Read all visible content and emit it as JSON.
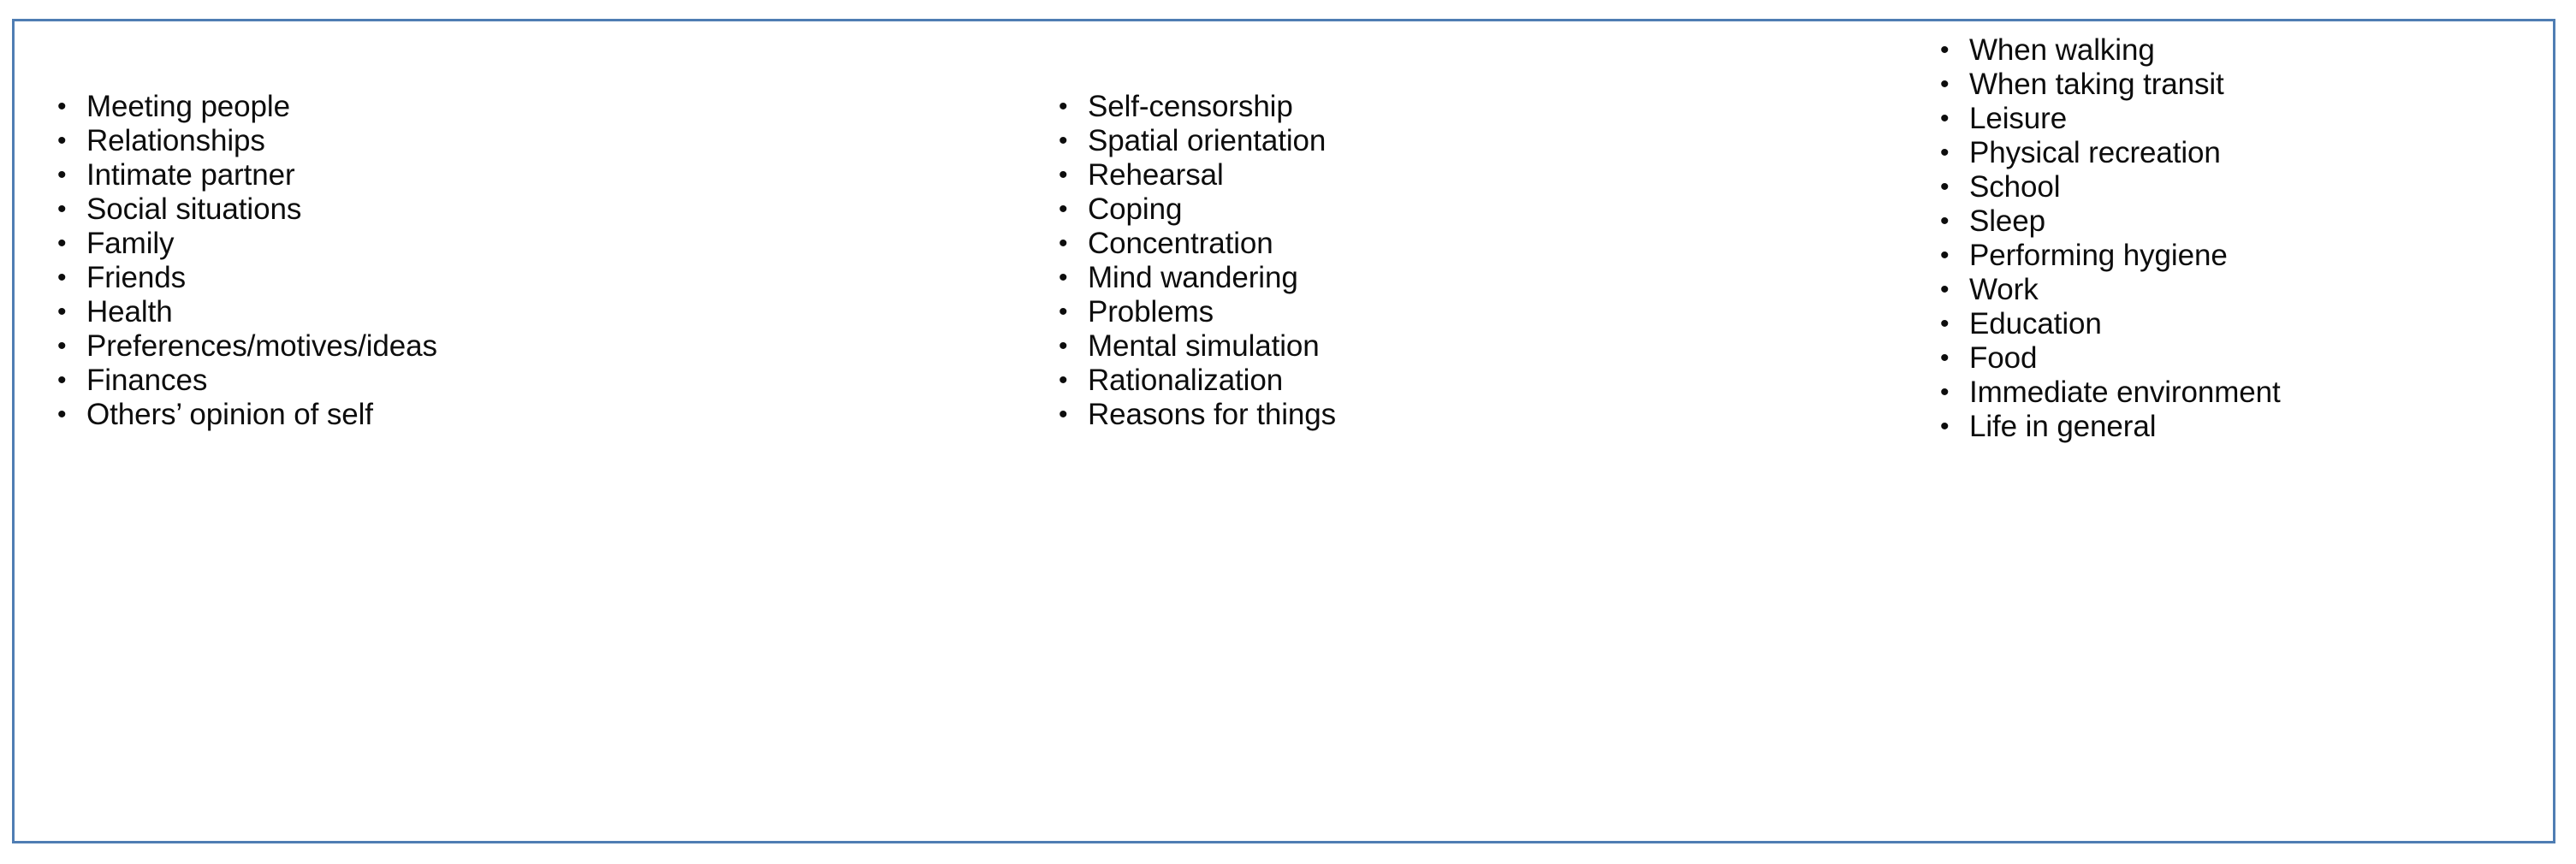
{
  "frame": {
    "border_color": "#4F7DB3",
    "background_color": "#FFFFFF"
  },
  "bullet": {
    "glyph": "•"
  },
  "columns": [
    {
      "id": "column-1",
      "items": [
        "Meeting people",
        "Relationships",
        "Intimate partner",
        "Social situations",
        "Family",
        "Friends",
        "Health",
        "Preferences/motives/ideas",
        "Finances",
        "Others’ opinion of self"
      ]
    },
    {
      "id": "column-2",
      "items": [
        "Self-censorship",
        "Spatial orientation",
        "Rehearsal",
        "Coping",
        "Concentration",
        "Mind wandering",
        "Problems",
        "Mental simulation",
        "Rationalization",
        "Reasons for things"
      ]
    },
    {
      "id": "column-3",
      "items": [
        "When walking",
        "When taking transit",
        "Leisure",
        "Physical recreation",
        "School",
        "Sleep",
        "Performing hygiene",
        "Work",
        "Education",
        "Food",
        "Immediate environment",
        "Life in general"
      ]
    }
  ]
}
